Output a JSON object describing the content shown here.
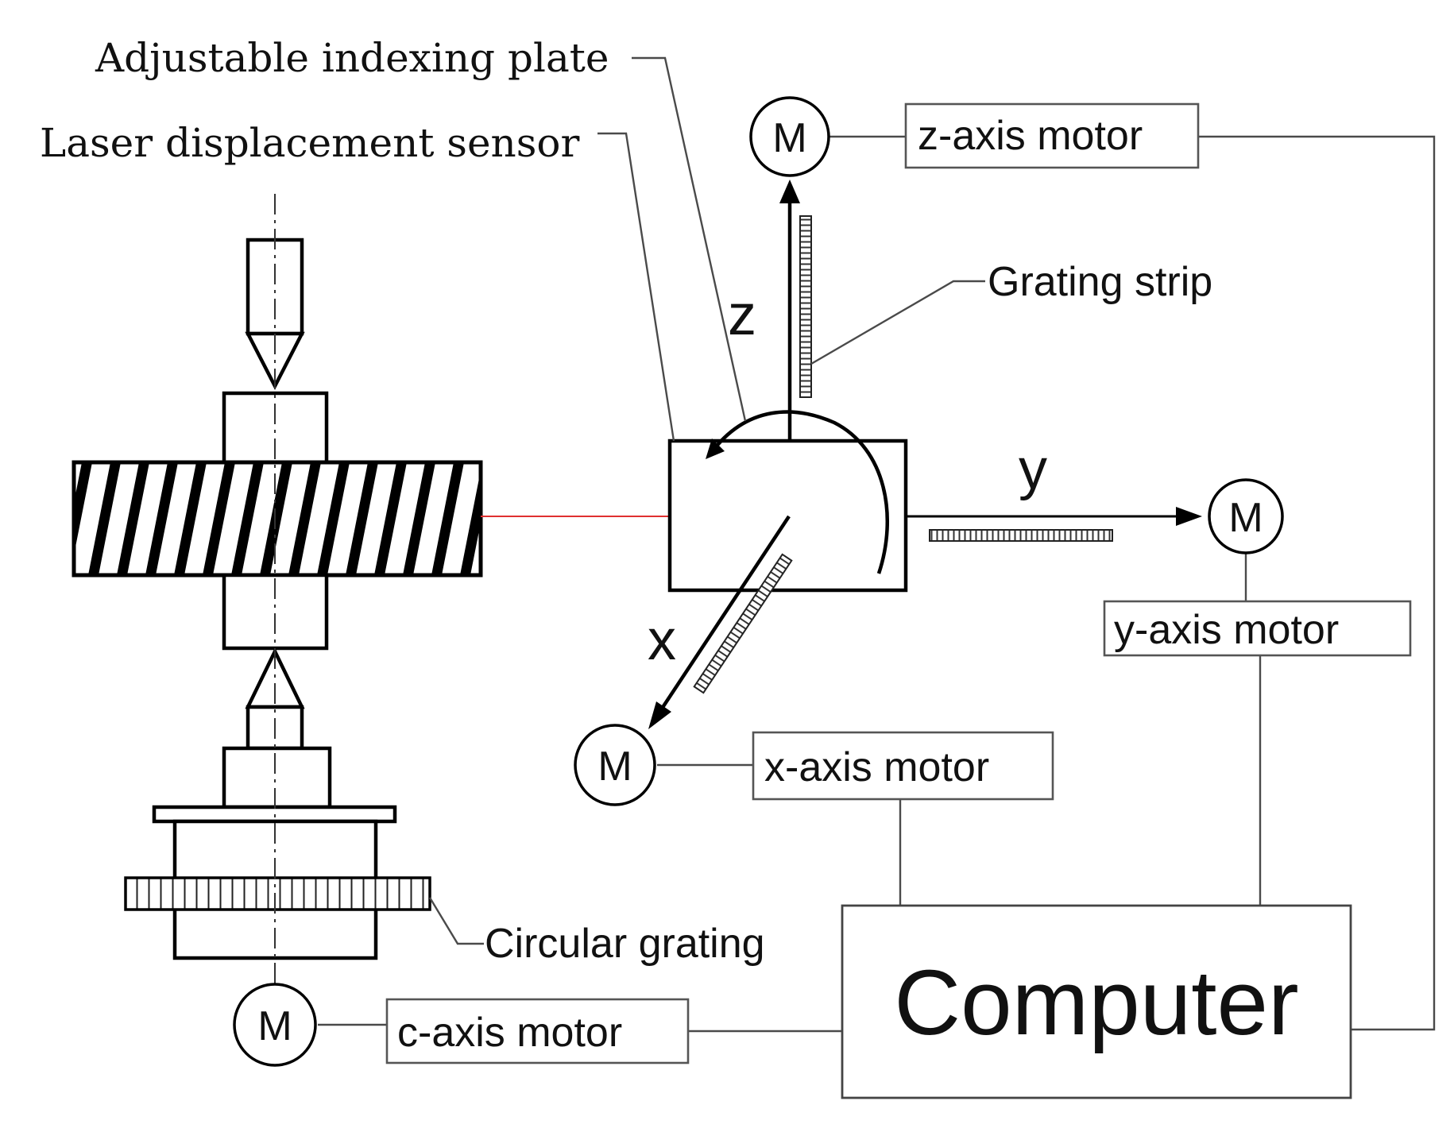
{
  "labels": {
    "indexing_plate": "Adjustable indexing plate",
    "laser_sensor": "Laser displacement sensor",
    "grating_strip": "Grating strip",
    "circular_grating": "Circular grating",
    "z_axis": "z",
    "y_axis": "y",
    "x_axis": "x",
    "z_motor": "z-axis motor",
    "y_motor": "y-axis motor",
    "x_motor": "x-axis motor",
    "c_motor": "c-axis motor",
    "computer": "Computer",
    "motor_symbol": "M"
  },
  "colors": {
    "line": "#000000",
    "laser_beam": "#e03030"
  }
}
